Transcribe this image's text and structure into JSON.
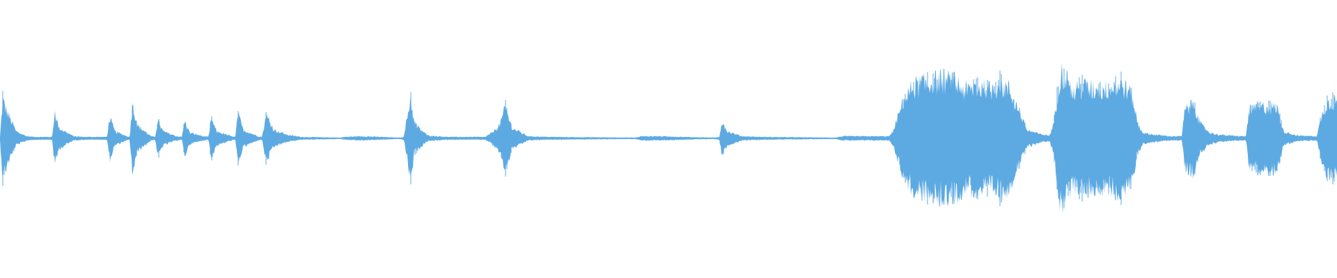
{
  "waveform": {
    "color": "#5DAAE2",
    "background": "#FFFFFF",
    "baseline_color": "#5DAAE2",
    "amplitude_envelope": [
      [
        0.0,
        0.02
      ],
      [
        0.2,
        0.55
      ],
      [
        0.6,
        0.35
      ],
      [
        1.2,
        0.1
      ],
      [
        2.0,
        0.03
      ],
      [
        2.6,
        0.02
      ],
      [
        3.9,
        0.02
      ],
      [
        4.1,
        0.4
      ],
      [
        4.4,
        0.15
      ],
      [
        5.5,
        0.03
      ],
      [
        6.3,
        0.02
      ],
      [
        8.0,
        0.02
      ],
      [
        8.2,
        0.3
      ],
      [
        8.6,
        0.1
      ],
      [
        9.5,
        0.03
      ],
      [
        9.7,
        0.02
      ],
      [
        9.9,
        0.5
      ],
      [
        10.3,
        0.18
      ],
      [
        11.3,
        0.03
      ],
      [
        11.6,
        0.02
      ],
      [
        11.8,
        0.25
      ],
      [
        12.2,
        0.1
      ],
      [
        13.2,
        0.03
      ],
      [
        13.6,
        0.02
      ],
      [
        13.8,
        0.25
      ],
      [
        14.2,
        0.08
      ],
      [
        15.2,
        0.03
      ],
      [
        15.6,
        0.02
      ],
      [
        15.8,
        0.28
      ],
      [
        16.2,
        0.1
      ],
      [
        17.3,
        0.03
      ],
      [
        17.6,
        0.02
      ],
      [
        17.8,
        0.35
      ],
      [
        18.2,
        0.12
      ],
      [
        19.3,
        0.03
      ],
      [
        19.6,
        0.02
      ],
      [
        19.9,
        0.33
      ],
      [
        20.5,
        0.12
      ],
      [
        21.5,
        0.05
      ],
      [
        22.5,
        0.02
      ],
      [
        25.5,
        0.01
      ],
      [
        25.8,
        0.02
      ],
      [
        27.0,
        0.03
      ],
      [
        28.5,
        0.02
      ],
      [
        29.8,
        0.01
      ],
      [
        30.2,
        0.02
      ],
      [
        30.5,
        0.35
      ],
      [
        30.7,
        0.6
      ],
      [
        31.0,
        0.2
      ],
      [
        32.0,
        0.04
      ],
      [
        33.5,
        0.02
      ],
      [
        36.3,
        0.02
      ],
      [
        36.8,
        0.08
      ],
      [
        37.4,
        0.2
      ],
      [
        37.8,
        0.45
      ],
      [
        38.3,
        0.15
      ],
      [
        39.5,
        0.03
      ],
      [
        41.0,
        0.02
      ],
      [
        47.5,
        0.01
      ],
      [
        48.0,
        0.03
      ],
      [
        49.5,
        0.03
      ],
      [
        51.0,
        0.02
      ],
      [
        53.5,
        0.01
      ],
      [
        53.8,
        0.02
      ],
      [
        54.0,
        0.25
      ],
      [
        54.4,
        0.1
      ],
      [
        55.5,
        0.03
      ],
      [
        57.0,
        0.02
      ],
      [
        62.5,
        0.01
      ],
      [
        63.0,
        0.03
      ],
      [
        65.0,
        0.03
      ],
      [
        66.5,
        0.03
      ],
      [
        66.8,
        0.1
      ],
      [
        67.5,
        0.5
      ],
      [
        68.3,
        0.75
      ],
      [
        69.5,
        0.8
      ],
      [
        70.5,
        0.85
      ],
      [
        71.5,
        0.8
      ],
      [
        72.3,
        0.68
      ],
      [
        73.0,
        0.75
      ],
      [
        74.0,
        0.7
      ],
      [
        74.8,
        0.78
      ],
      [
        75.5,
        0.7
      ],
      [
        76.2,
        0.4
      ],
      [
        76.8,
        0.12
      ],
      [
        77.8,
        0.06
      ],
      [
        78.5,
        0.04
      ],
      [
        78.8,
        0.2
      ],
      [
        79.3,
        0.95
      ],
      [
        79.7,
        0.9
      ],
      [
        80.2,
        0.65
      ],
      [
        81.0,
        0.75
      ],
      [
        82.0,
        0.7
      ],
      [
        83.0,
        0.72
      ],
      [
        84.0,
        0.78
      ],
      [
        84.7,
        0.6
      ],
      [
        85.1,
        0.2
      ],
      [
        85.5,
        0.08
      ],
      [
        86.0,
        0.06
      ],
      [
        86.5,
        0.05
      ],
      [
        87.5,
        0.03
      ],
      [
        88.4,
        0.03
      ],
      [
        88.6,
        0.4
      ],
      [
        89.3,
        0.5
      ],
      [
        89.8,
        0.2
      ],
      [
        90.5,
        0.08
      ],
      [
        91.2,
        0.05
      ],
      [
        92.8,
        0.03
      ],
      [
        93.2,
        0.03
      ],
      [
        93.4,
        0.4
      ],
      [
        94.3,
        0.45
      ],
      [
        95.5,
        0.45
      ],
      [
        96.0,
        0.1
      ],
      [
        97.0,
        0.04
      ],
      [
        98.5,
        0.03
      ],
      [
        98.8,
        0.3
      ],
      [
        99.2,
        0.5
      ],
      [
        100.0,
        0.55
      ]
    ]
  }
}
